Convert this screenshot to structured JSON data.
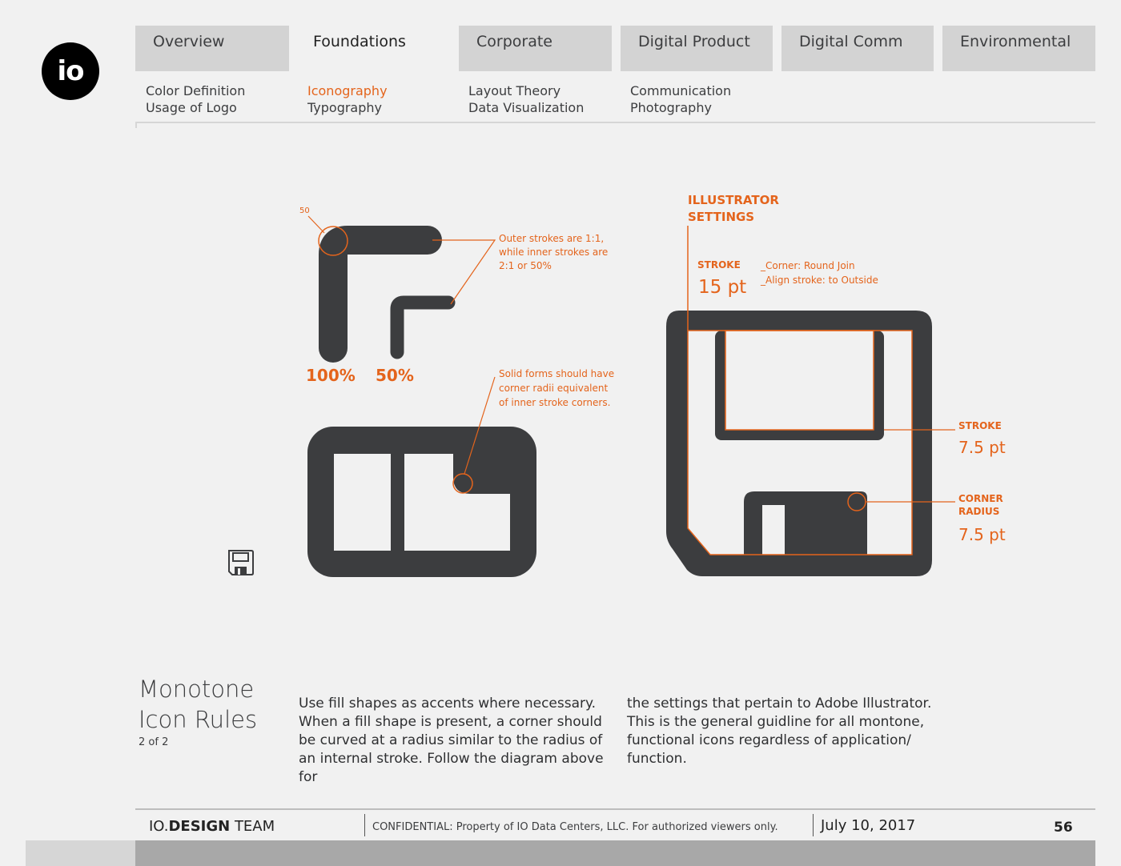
{
  "logo": {
    "text": "io"
  },
  "tabs": [
    {
      "label": "Overview"
    },
    {
      "label": "Foundations"
    },
    {
      "label": "Corporate"
    },
    {
      "label": "Digital Product"
    },
    {
      "label": "Digital Comm"
    },
    {
      "label": "Environmental"
    }
  ],
  "subnav": {
    "overview": [
      "Color Definition",
      "Usage of Logo"
    ],
    "foundations": [
      "Iconography",
      "Typography"
    ],
    "corporate": [
      "Layout Theory",
      "Data Visualization"
    ],
    "digital_product": [
      "Communication",
      "Photography"
    ]
  },
  "diagram": {
    "radius_label": "50",
    "percent_100": "100%",
    "percent_50": "50%",
    "note_outer": [
      "Outer strokes are 1:1,",
      "while inner strokes are",
      "2:1 or 50%"
    ],
    "note_solid": [
      "Solid forms should have",
      "corner radii equivalent",
      "of inner stroke corners."
    ],
    "illustrator_heading": [
      "ILLUSTRATOR",
      "SETTINGS"
    ],
    "stroke_label": "STROKE",
    "stroke_value": "15 pt",
    "corner_setting": "_Corner: Round Join",
    "align_setting": "_Align stroke: to Outside",
    "stroke2_label": "STROKE",
    "stroke2_value": "7.5 pt",
    "corner_radius_label": [
      "CORNER",
      "RADIUS"
    ],
    "corner_radius_value": "7.5 pt",
    "accent_color": "#e4641c",
    "icon_color": "#3c3d3f"
  },
  "section": {
    "title_line1": "Monotone",
    "title_line2": "Icon Rules",
    "subtitle": "2 of 2",
    "para1": "Use fill shapes as accents where necessary. When a fill shape is present, a corner should be curved at a radius similar to the radius of an internal stroke. Follow the diagram above for",
    "para2": "the settings that pertain to Adobe Illustrator. This is the general guidline for all montone, functional icons regardless of application/ function."
  },
  "footer": {
    "team_prefix": "IO.",
    "team_bold": "DESIGN",
    "team_suffix": " TEAM",
    "confidential": "CONFIDENTIAL: Property of IO Data Centers, LLC.  For authorized viewers only.",
    "date": "July 10, 2017",
    "page_number": "56"
  }
}
